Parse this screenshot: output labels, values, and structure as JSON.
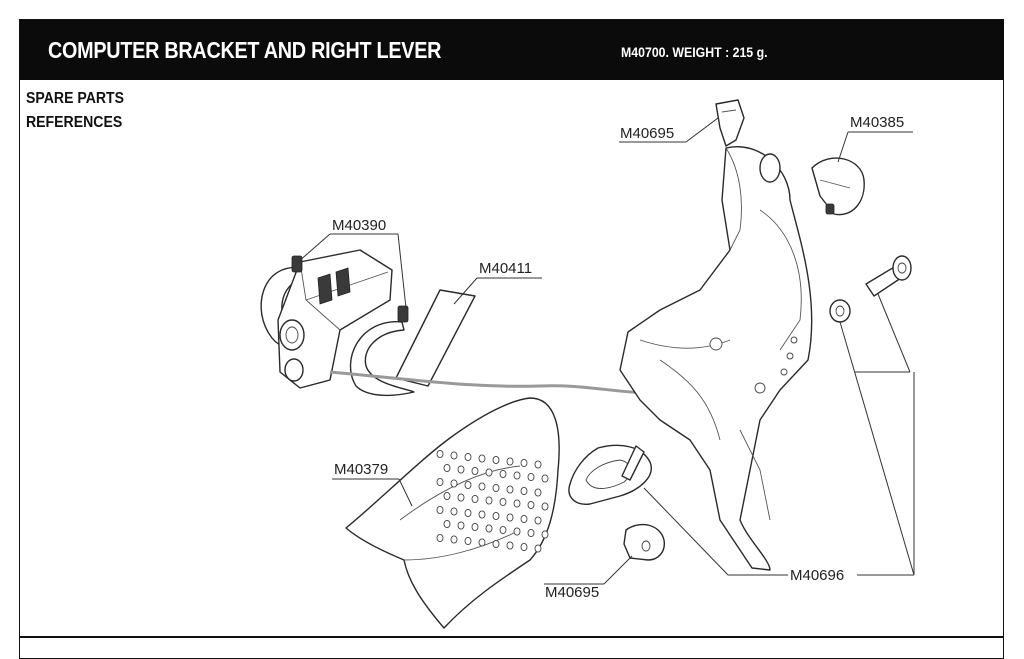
{
  "header": {
    "title": "COMPUTER BRACKET AND RIGHT LEVER",
    "subtitle": "M40700. WEIGHT : 215 g."
  },
  "section": {
    "line1": "SPARE PARTS",
    "line2": "REFERENCES"
  },
  "references": {
    "lever_clip_top": "M40695",
    "lever_cover": "M40385",
    "computer_bracket": "M40390",
    "adhesive_pad": "M40411",
    "hood": "M40379",
    "clamp_band": "M40696",
    "lever_clip_bottom": "M40695",
    "bolt_washer": "M40696"
  }
}
